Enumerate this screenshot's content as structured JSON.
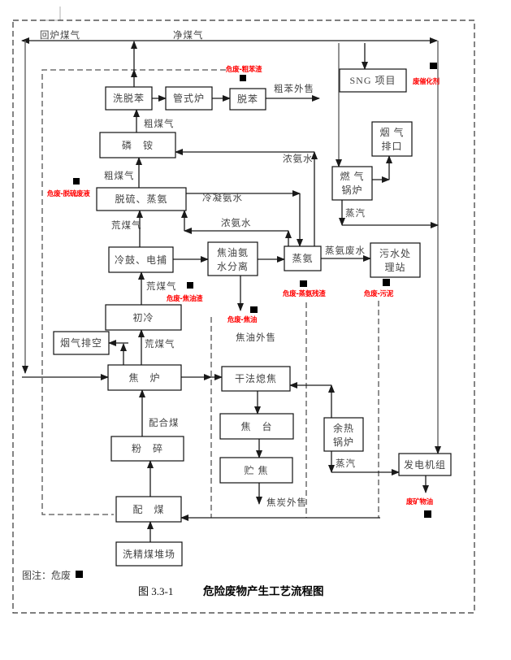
{
  "figure": {
    "number": "图 3.3-1",
    "title": "危险废物产生工艺流程图",
    "legend": "图注：危废"
  },
  "units": {
    "xituoben": {
      "lines": [
        "洗脱苯"
      ]
    },
    "guanshilu": {
      "lines": [
        "管式炉"
      ]
    },
    "tuoben": {
      "lines": [
        "脱苯"
      ]
    },
    "linan": {
      "lines": [
        "磷　铵"
      ]
    },
    "tuoliu": {
      "lines": [
        "脱硫、蒸氨"
      ]
    },
    "denggu": {
      "lines": [
        "冷鼓、电捕"
      ]
    },
    "jiaoyou_fenli": {
      "lines": [
        "焦油氨",
        "水分离"
      ]
    },
    "zhengan": {
      "lines": [
        "蒸氨"
      ]
    },
    "wushui": {
      "lines": [
        "污水处",
        "理站"
      ]
    },
    "chuleng": {
      "lines": [
        "初冷"
      ]
    },
    "yanqi_paikong": {
      "lines": [
        "烟气排空"
      ]
    },
    "jiaolu": {
      "lines": [
        "焦　炉"
      ]
    },
    "ganfa_xijiao": {
      "lines": [
        "干法熄焦"
      ]
    },
    "jiaotai": {
      "lines": [
        "焦　台"
      ]
    },
    "zhujiao": {
      "lines": [
        "贮 焦"
      ]
    },
    "yure_guolu": {
      "lines": [
        "余热",
        "锅炉"
      ]
    },
    "fadian": {
      "lines": [
        "发电机组"
      ]
    },
    "fensui": {
      "lines": [
        "粉　碎"
      ]
    },
    "peimei": {
      "lines": [
        "配　煤"
      ]
    },
    "xijingmei": {
      "lines": [
        "洗精煤堆场"
      ]
    },
    "sng": {
      "lines": [
        "SNG 项目"
      ]
    },
    "yanqi_paikou": {
      "lines": [
        "烟 气",
        "排口"
      ]
    },
    "ranqi_guolu": {
      "lines": [
        "燃 气",
        "锅炉"
      ]
    }
  },
  "flows": {
    "return_gas": "回炉煤气",
    "clean_gas": "净煤气",
    "crude_gas_top": "粗煤气",
    "crude_benzene_sale": "粗苯外售",
    "conc_ammonia_top": "浓氨水",
    "crude_gas_mid": "粗煤气",
    "condensed_ammonia": "冷凝氨水",
    "conc_ammonia_bottom": "浓氨水",
    "raw_gas_upper": "荒煤气",
    "ammonia_waste_water": "蒸氨废水",
    "raw_gas_mid": "荒煤气",
    "raw_gas_lower": "荒煤气",
    "tar_sale": "焦油外售",
    "blended_coal": "配合煤",
    "coke_sale": "焦炭外售",
    "steam_top": "蒸汽",
    "steam_bottom": "蒸汽"
  },
  "hazardous_waste": {
    "crude_benzene_residue": "危废-粗苯渣",
    "spent_catalyst": "废催化剂",
    "desulfurization_waste_liquid": "危废-脱硫废液",
    "tar_residue": "危废-焦油渣",
    "tar": "危废-焦油",
    "ammonia_still_residue": "危废-蒸氨残渣",
    "sludge": "危废-污泥",
    "waste_mineral_oil": "废矿物油"
  },
  "colors": {
    "hazard_label": "#ff0000",
    "hazard_marker": "#000000",
    "flow_line": "#1a1a1a"
  }
}
